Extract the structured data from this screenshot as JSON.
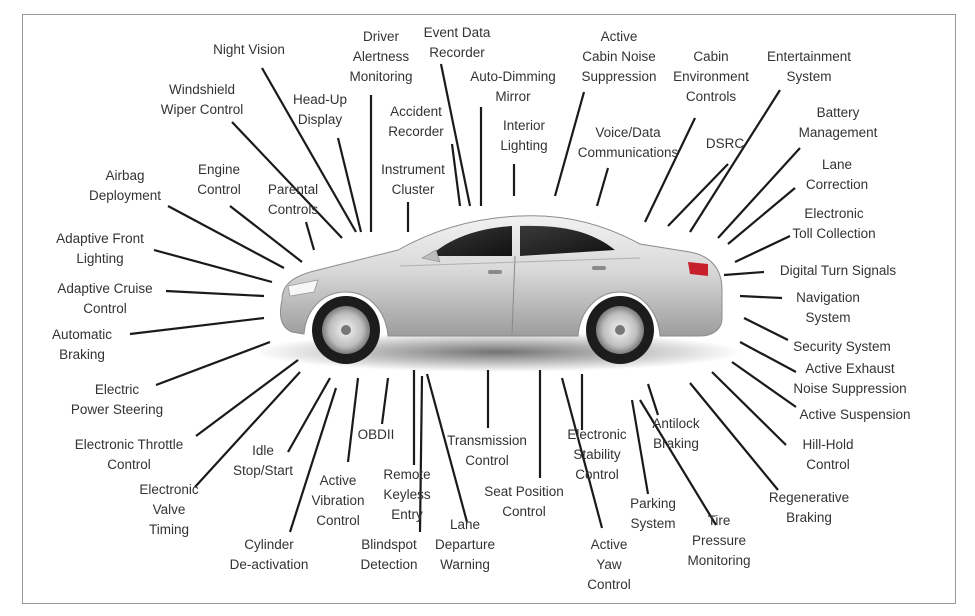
{
  "labels": {
    "night_vision": "Night Vision",
    "driver_alertness": "Driver\nAlertness\nMonitoring",
    "event_data_recorder": "Event Data\nRecorder",
    "active_cabin_noise": "Active\nCabin Noise\nSuppression",
    "cabin_environment": "Cabin\nEnvironment\nControls",
    "entertainment": "Entertainment\nSystem",
    "windshield_wiper": "Windshield\nWiper Control",
    "head_up_display": "Head-Up\nDisplay",
    "auto_dimming": "Auto-Dimming\nMirror",
    "battery_mgmt": "Battery\nManagement",
    "accident_recorder": "Accident\nRecorder",
    "interior_lighting": "Interior\nLighting",
    "voice_data": "Voice/Data\nCommunications",
    "dsrc": "DSRC",
    "lane_correction": "Lane\nCorrection",
    "airbag": "Airbag\nDeployment",
    "engine_control": "Engine\nControl",
    "parental_controls": "Parental\nControls",
    "instrument_cluster": "Instrument\nCluster",
    "electronic_toll": "Electronic\nToll Collection",
    "adaptive_front_lighting": "Adaptive Front\nLighting",
    "digital_turn_signals": "Digital Turn Signals",
    "adaptive_cruise": "Adaptive Cruise\nControl",
    "navigation": "Navigation\nSystem",
    "automatic_braking": "Automatic\nBraking",
    "security_system": "Security System",
    "active_exhaust": "Active Exhaust\nNoise Suppression",
    "electric_power_steering": "Electric\nPower Steering",
    "active_suspension": "Active Suspension",
    "antilock_braking": "Antilock\nBraking",
    "electronic_throttle": "Electronic Throttle\nControl",
    "hill_hold": "Hill-Hold\nControl",
    "electronic_stability": "Electronic\nStability\nControl",
    "transmission_control": "Transmission\nControl",
    "idle_stop_start": "Idle\nStop/Start",
    "obdii": "OBDII",
    "regenerative_braking": "Regenerative\nBraking",
    "electronic_valve": "Electronic\nValve\nTiming",
    "active_vibration": "Active\nVibration\nControl",
    "remote_keyless": "Remote\nKeyless\nEntry",
    "seat_position": "Seat Position\nControl",
    "parking_system": "Parking\nSystem",
    "tire_pressure": "Tire\nPressure\nMonitoring",
    "cylinder_deactivation": "Cylinder\nDe-activation",
    "lane_departure": "Lane\nDeparture\nWarning",
    "blindspot_detection": "Blindspot\nDetection",
    "active_yaw": "Active\nYaw\nControl"
  }
}
